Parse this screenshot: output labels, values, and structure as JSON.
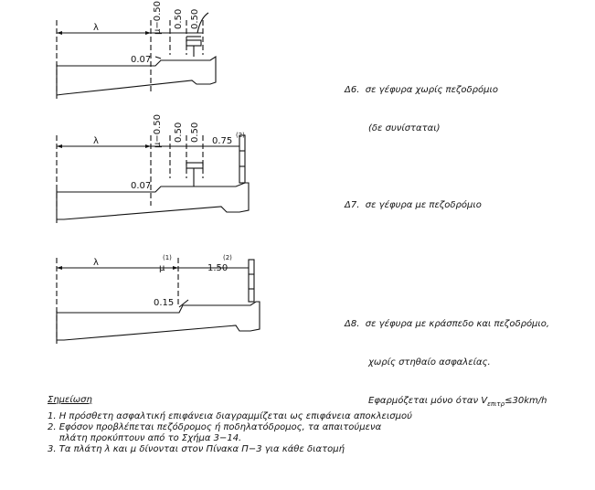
{
  "figures": [
    {
      "id": "d6",
      "dims": {
        "lambda": "λ",
        "mu": "μ−0.50",
        "w1": "0.50",
        "w2": "0.50"
      },
      "curb": "0.07",
      "caption_lines": [
        "Δ6.  σε γέφυρα χωρίς πεζοδρόμιο",
        "(δε συνίσταται)"
      ]
    },
    {
      "id": "d7",
      "dims": {
        "lambda": "λ",
        "mu": "μ−0.50",
        "w1": "0.50",
        "w2": "0.50",
        "w3": "0.75",
        "w3_note": "(2)"
      },
      "curb": "0.07",
      "caption_lines": [
        "Δ7.  σε γέφυρα με πεζοδρόμιο"
      ]
    },
    {
      "id": "d8",
      "dims": {
        "lambda": "λ",
        "mu": "μ",
        "mu_note": "(1)",
        "w3": "1.50",
        "w3_note": "(2)"
      },
      "curb": "0.15",
      "caption_lines": [
        "Δ8.  σε γέφυρα με κράσπεδο και πεζοδρόμιο,",
        "χωρίς στηθαίο ασφαλείας.",
        "Εφαρμόζεται μόνο όταν V",
        "επιτρ",
        "≤30km/h"
      ]
    }
  ],
  "notes": {
    "title": "Σημείωση",
    "items": [
      "1. Η πρόσθετη ασφαλτική επιφάνεια διαγραμμίζεται ως επιφάνεια αποκλεισμού",
      "2. Εφόσον προβλέπεται πεζόδρομος ή ποδηλατόδρομος, τα απαιτούμενα",
      "    πλάτη προκύπτουν από το Σχήμα 3−14.",
      "3. Τα πλάτη λ και μ δίνονται στον Πίνακα Π−3 για κάθε διατομή"
    ]
  }
}
